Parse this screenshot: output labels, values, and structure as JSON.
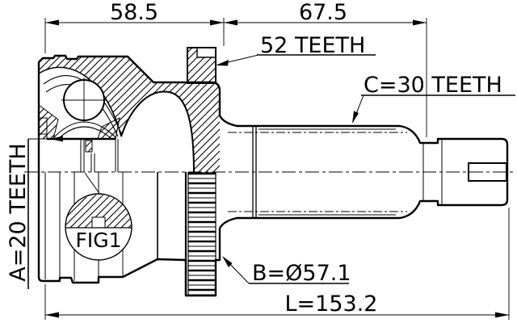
{
  "drawing": {
    "type": "cv-joint-outer-technical-drawing",
    "labels": {
      "width_left": "58.5",
      "width_right": "67.5",
      "ring_teeth": "52 TEETH",
      "shaft_spline_teeth": "C=30 TEETH",
      "inner_spline_teeth": "A=20 TEETH",
      "figure_ref": "FIG1",
      "ring_diameter": "B=Ø57.1",
      "total_length": "L=153.2"
    },
    "colors": {
      "line": "#000000",
      "background": "#ffffff"
    }
  }
}
